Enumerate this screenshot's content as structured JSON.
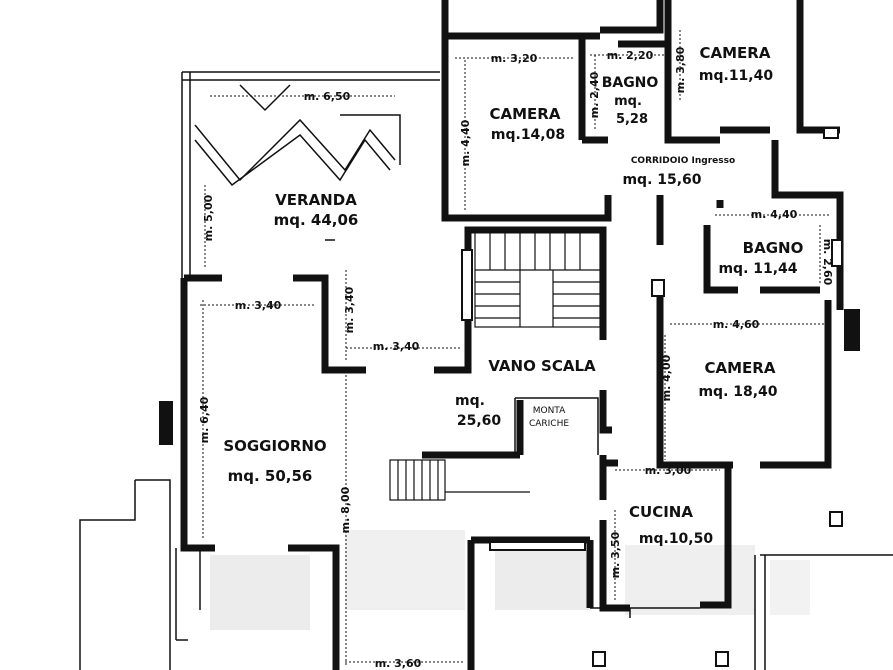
{
  "rooms": {
    "veranda": {
      "name": "VERANDA",
      "area": "mq. 44,06"
    },
    "soggiorno": {
      "name": "SOGGIORNO",
      "area": "mq. 50,56"
    },
    "camera1": {
      "name": "CAMERA",
      "area": "mq.14,08"
    },
    "bagno1": {
      "name": "BAGNO",
      "area_mq": "mq.",
      "area_val": "5,28"
    },
    "camera2": {
      "name": "CAMERA",
      "area": "mq.11,40"
    },
    "corridoio": {
      "name": "CORRIDOIO Ingresso",
      "area": "mq. 15,60"
    },
    "bagno2": {
      "name": "BAGNO",
      "area": "mq. 11,44"
    },
    "camera3": {
      "name": "CAMERA",
      "area": "mq. 18,40"
    },
    "vano_scala": {
      "name": "VANO SCALA",
      "area_mq": "mq.",
      "area_val": "25,60"
    },
    "montacarichi": {
      "line1": "MONTA",
      "line2": "CARICHE"
    },
    "cucina": {
      "name": "CUCINA",
      "area": "mq.10,50"
    }
  },
  "dims": {
    "d650": "m. 6,50",
    "d500": "m. 5,00",
    "d340a": "m. 3,40",
    "d340b": "m. 3,40",
    "d340c": "m. 3,40",
    "d640": "m. 6,40",
    "d800": "m. 8,00",
    "d360": "m. 3,60",
    "d320": "m. 3,20",
    "d440a": "m. 4,40",
    "d220": "m. 2,20",
    "d240": "m. 2,40",
    "d380": "m. 3,80",
    "d440b": "m. 4,40",
    "d260": "m. 2,60",
    "d460": "m. 4,60",
    "d400": "m. 4,00",
    "d300": "m. 3,00",
    "d350": "m. 3,50"
  },
  "colors": {
    "wall": "#111111",
    "bg": "#ffffff",
    "blur": "#e6e6e6"
  }
}
